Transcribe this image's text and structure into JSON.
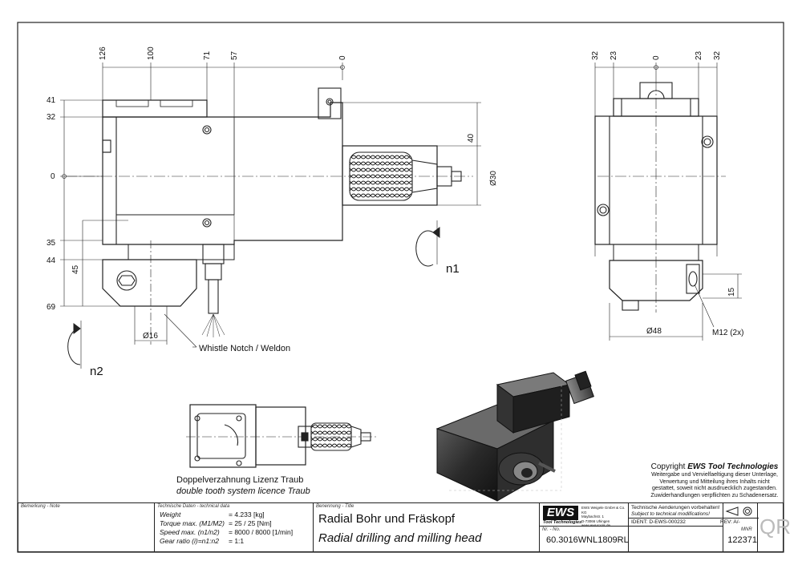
{
  "front_view": {
    "top_dims": [
      "126",
      "100",
      "71",
      "57",
      "0"
    ],
    "left_dims": [
      "41",
      "32",
      "0",
      "35",
      "44",
      "69"
    ],
    "dim_45": "45",
    "dim_40": "40",
    "dim_d30": "Ø30",
    "dim_d16": "Ø16",
    "rot_n1": "n1",
    "rot_n2": "n2",
    "note": "Whistle Notch / Weldon"
  },
  "side_view": {
    "top_dims": [
      "32",
      "23",
      "0",
      "23",
      "32"
    ],
    "dim_15": "15",
    "dim_d48": "Ø48",
    "thread": "M12 (2x)"
  },
  "licence": {
    "de": "Doppelverzahnung Lizenz Traub",
    "en": "double tooth system licence Traub"
  },
  "copyright": {
    "prefix": "Copyright ",
    "brand": "EWS Tool Technologies",
    "l1": "Weitergabe und Vervielfaeltigung dieser Unterlage,",
    "l2": "Verwertung und Mitteilung ihres Inhalts nicht",
    "l3": "gestattet, soweit nicht ausdruecklich zugestanden.",
    "l4": "Zuwiderhandlungen verpflichten zu Schadenersatz."
  },
  "title_block": {
    "note_caption": "Bemerkung - Note",
    "tech_caption": "Technische Daten - technical data",
    "rows": [
      {
        "label": "Weight",
        "value": "= 4.233 [kg]"
      },
      {
        "label": "Torque max. (M1/M2)",
        "value": "= 25 / 25 [Nm]"
      },
      {
        "label": "Speed max. (n1/n2)",
        "value": "= 8000 / 8000 [1/min]"
      },
      {
        "label": "Gear ratio  (i)=n1:n2",
        "value": "= 1:1"
      }
    ],
    "name_caption": "Benennung - Title",
    "title_de": "Radial Bohr und Fräskopf",
    "title_en": "Radial drilling and milling head",
    "logo": "EWS",
    "logo_sub": "Tool Technologies",
    "company_l1": "EWS Weigele GmbH & Co. KG",
    "company_l2": "Maybachstr. 1",
    "company_l3": "D-73066 Uhingen",
    "company_l4": "www.ews-tools.de",
    "change_de": "Technische Aenderungen vorbehalten!",
    "change_en": "Subject to technical modifications!",
    "ident": "IDENT:  D-EWS-000232",
    "rev": "REV:  A/-",
    "nr_caption": "Nr. - No.",
    "part_no": "60.3016WNL1809RL",
    "mnr_caption": "MNR",
    "mnr": "122371",
    "qr": "QR"
  }
}
